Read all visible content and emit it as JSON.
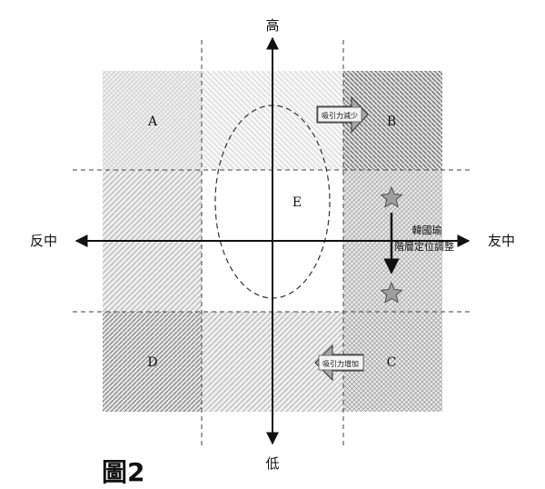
{
  "axes": {
    "top": "高",
    "bottom": "低",
    "left": "反中",
    "right": "友中"
  },
  "regions": {
    "a": "A",
    "b": "B",
    "c": "C",
    "d": "D",
    "e": "E"
  },
  "arrows": {
    "attraction_decrease": "吸引力減少",
    "attraction_increase": "吸引力增加"
  },
  "annotation": {
    "line1": "韓國瑜",
    "line2": "階層定位調整"
  },
  "caption": "圖2",
  "colors": {
    "axis": "#111111",
    "grid_line": "#444444",
    "region_fill": "#f2f2f2",
    "hatch_light": "#cccccc",
    "hatch_dark": "#777777",
    "star_fill": "#9e9e9e",
    "arrow_fill": "#a8a8a8"
  }
}
